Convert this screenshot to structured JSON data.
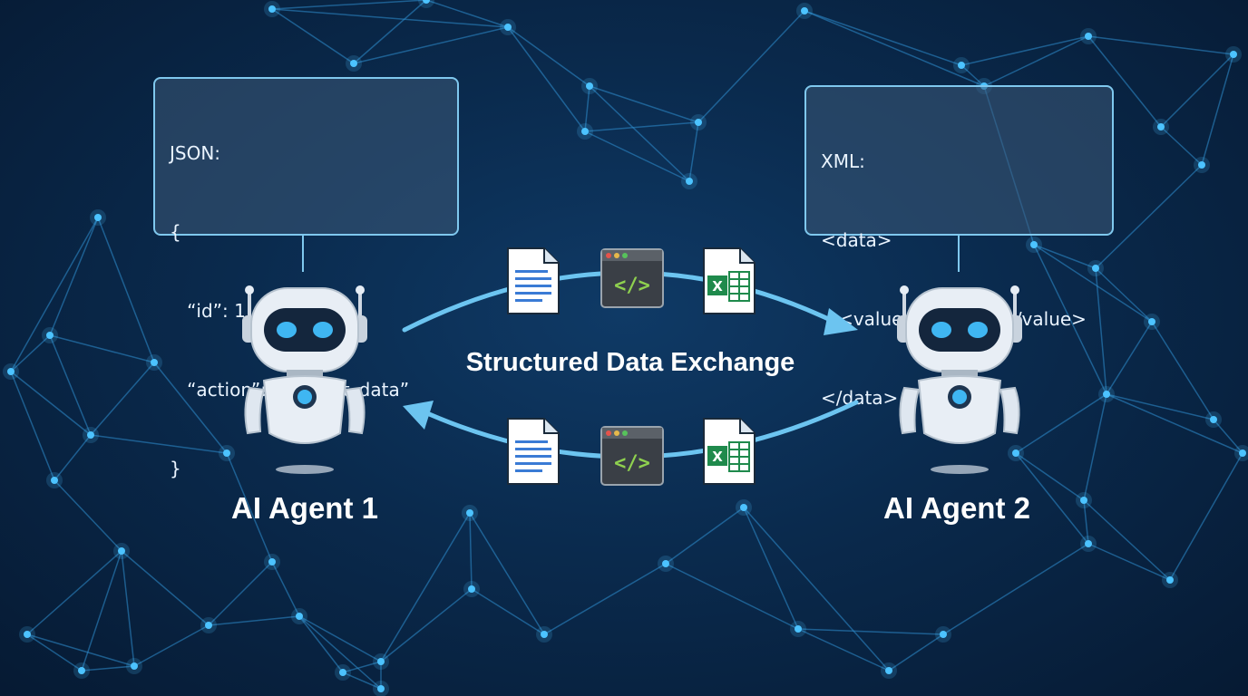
{
  "json_box": {
    "lines": [
      "JSON:",
      "{",
      "   “id”: 1,",
      "   “action”: “request_data”",
      "}"
    ]
  },
  "xml_box": {
    "lines": [
      "XML:",
      "<data>",
      "   <value>response</value>",
      "</data>"
    ]
  },
  "center_label": "Structured Data Exchange",
  "agents": [
    {
      "label": "AI Agent 1"
    },
    {
      "label": "AI Agent 2"
    }
  ],
  "icons": [
    "document-icon",
    "code-window-icon",
    "spreadsheet-icon"
  ],
  "code_icon_text": "</>",
  "spreadsheet_icon_text": "X",
  "colors": {
    "background": "#0a2a4d",
    "network_line": "#2f8fd0",
    "network_node": "#4cc3ff",
    "arrow": "#6cc4f0",
    "box_border": "#7fc8ee",
    "agent_accent": "#3fb6f2"
  }
}
